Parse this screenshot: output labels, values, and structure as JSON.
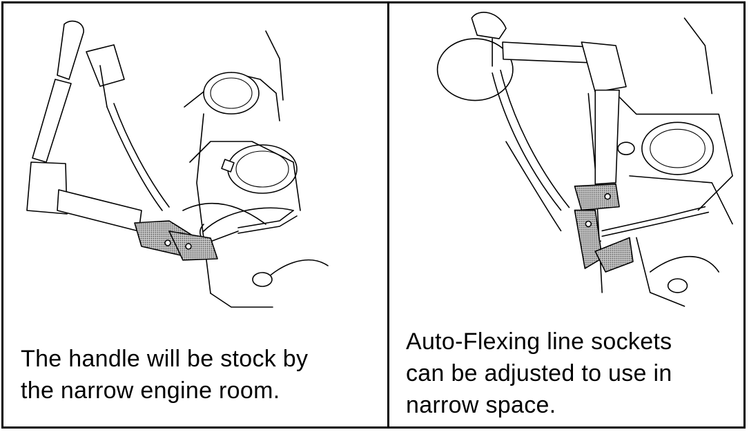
{
  "panels": [
    {
      "caption_lines": [
        "The handle will be stock by",
        "the narrow engine room."
      ]
    },
    {
      "caption_lines": [
        "Auto-Flexing line sockets",
        "can be adjusted to use in",
        "narrow space."
      ]
    }
  ],
  "colors": {
    "border": "#000000",
    "background": "#ffffff",
    "socket_shading": "#7a7a7a"
  }
}
